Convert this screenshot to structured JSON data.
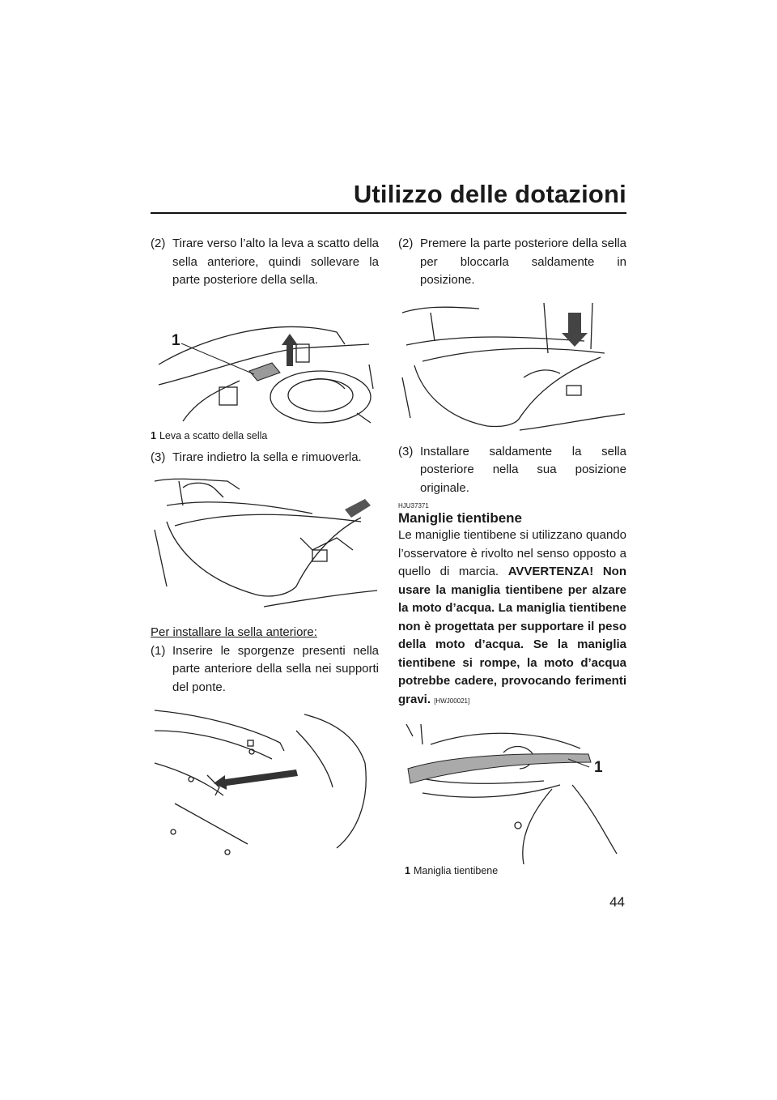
{
  "header": {
    "title": "Utilizzo delle dotazioni"
  },
  "page_number": "44",
  "left": {
    "step2": {
      "num": "(2)",
      "text": "Tirare verso l’alto la leva a scatto della sella anteriore, quindi sollevare la parte posteriore della sella."
    },
    "fig1": {
      "callout": "1",
      "caption_num": "1",
      "caption_text": "Leva a scatto della sella"
    },
    "step3": {
      "num": "(3)",
      "text": "Tirare indietro la sella e rimuoverla."
    },
    "install_heading": "Per installare la sella anteriore:",
    "step1": {
      "num": "(1)",
      "text": "Inserire le sporgenze presenti nella parte anteriore della sella nei supporti del ponte."
    }
  },
  "right": {
    "step2": {
      "num": "(2)",
      "text": "Premere la parte posteriore della sella per bloccarla saldamente in posizione."
    },
    "step3": {
      "num": "(3)",
      "text": "Installare saldamente la sella posteriore nella sua posizione originale."
    },
    "section_ref": "HJU37371",
    "section_title": "Maniglie tientibene",
    "para_normal": "Le maniglie tientibene si utilizzano quando l’osservatore è rivolto nel senso opposto a quello di marcia.",
    "para_warning": "AVVERTENZA! Non usare la maniglia tientibene per alzare la moto d’acqua. La maniglia tientibene non è progettata per supportare il peso della moto d’acqua. Se la maniglia tientibene si rompe, la moto d’acqua potrebbe cadere, provocando ferimenti gravi.",
    "warning_ref": "[HWJ00021]",
    "fig": {
      "callout": "1",
      "caption_num": "1",
      "caption_text": "Maniglia tientibene"
    }
  }
}
